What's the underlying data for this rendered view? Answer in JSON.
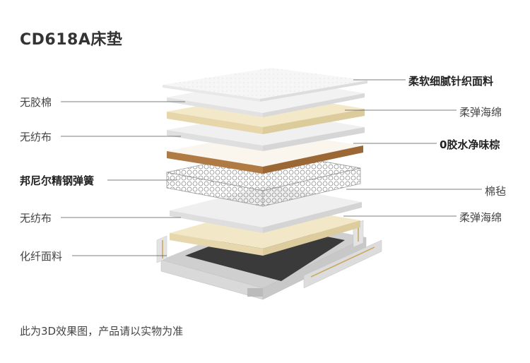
{
  "title": "CD618A床垫",
  "labels_left": [
    {
      "text": "无胶棉",
      "bold": false
    },
    {
      "text": "无纺布",
      "bold": false
    },
    {
      "text": "邦尼尔精钢弹簧",
      "bold": true
    },
    {
      "text": "无纺布",
      "bold": false
    },
    {
      "text": "化纤面料",
      "bold": false
    }
  ],
  "labels_right": [
    {
      "text": "柔软细腻针织面料",
      "bold": true
    },
    {
      "text": "柔弹海绵",
      "bold": false
    },
    {
      "text": "0胶水净味棕",
      "bold": true
    },
    {
      "text": "棉毡",
      "bold": false
    },
    {
      "text": "柔弹海绵",
      "bold": false
    }
  ],
  "footnote": "此为3D效果图，产品请以实物为准",
  "colors": {
    "knit": "#f4f4f4",
    "foam": "#f2e7c6",
    "felt": "#efefef",
    "coir": "#b07a45",
    "spring": "#a0a0a0",
    "base": "#3a3a3a",
    "frame": "#d6d6d6"
  }
}
